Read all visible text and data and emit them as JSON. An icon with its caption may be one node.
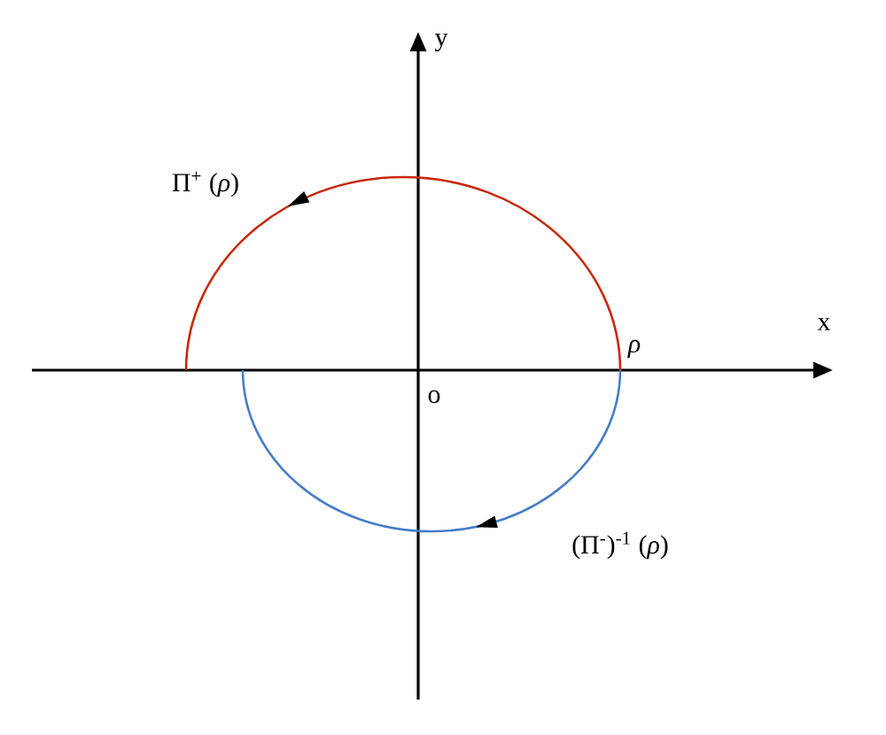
{
  "diagram": {
    "labels": [
      "y",
      "Π$^{+}$ (*ρ*)",
      "*ρ*",
      "x",
      "o",
      "(Π$^{-}$)$^{-1}$ (*ρ*)"
    ]
  }
}
